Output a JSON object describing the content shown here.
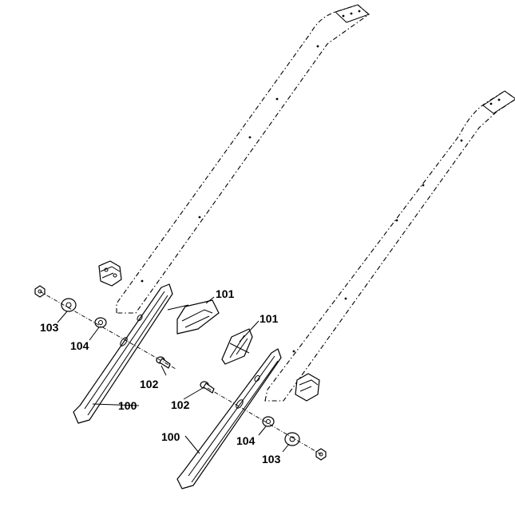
{
  "labels": {
    "left_rail": "100",
    "right_rail": "100",
    "left_clip": "101",
    "right_clip": "101",
    "left_bolt": "102",
    "right_bolt": "102",
    "left_washer_large": "103",
    "right_washer_large": "103",
    "left_washer_small": "104",
    "right_washer_small": "104"
  }
}
